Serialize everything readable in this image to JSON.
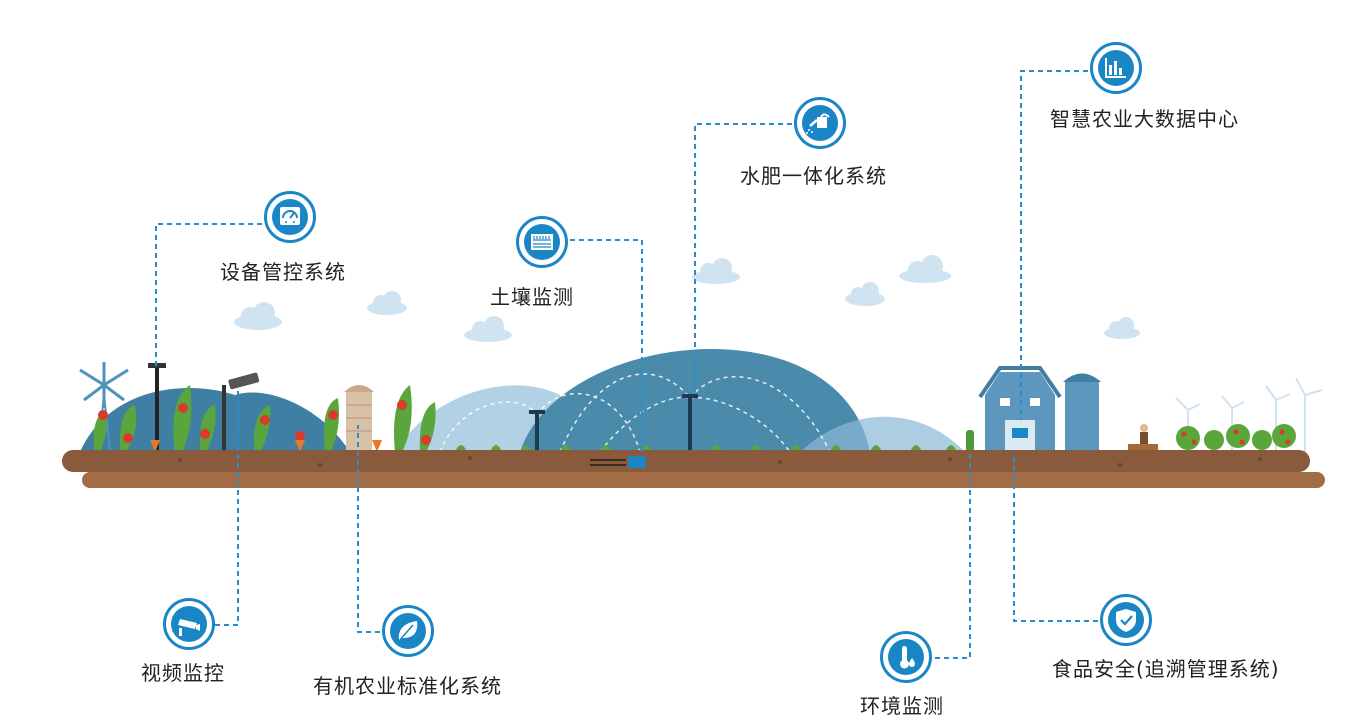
{
  "labels": {
    "device_control": "设备管控系统",
    "soil_monitor": "土壤监测",
    "water_fertilizer": "水肥一体化系统",
    "big_data": "智慧农业大数据中心",
    "video_monitor": "视频监控",
    "organic_standard": "有机农业标准化系统",
    "env_monitor": "环境监测",
    "food_safety": "食品安全(追溯管理系统)"
  },
  "icons": {
    "device_control": "gauge-icon",
    "soil_monitor": "soil-layers-icon",
    "water_fertilizer": "watering-can-icon",
    "big_data": "bar-chart-icon",
    "video_monitor": "security-camera-icon",
    "organic_standard": "leaf-icon",
    "env_monitor": "thermometer-drop-icon",
    "food_safety": "shield-check-icon"
  },
  "colors": {
    "accent_blue": "#1b86c6",
    "connector": "#2a8ccc",
    "soil": "#8a5a3c",
    "hill": "#3f7fa3",
    "greenhouse": "#4a8aab",
    "plant": "#5aa63c",
    "tomato": "#d93a2b",
    "cloud": "#cfe3f1"
  }
}
